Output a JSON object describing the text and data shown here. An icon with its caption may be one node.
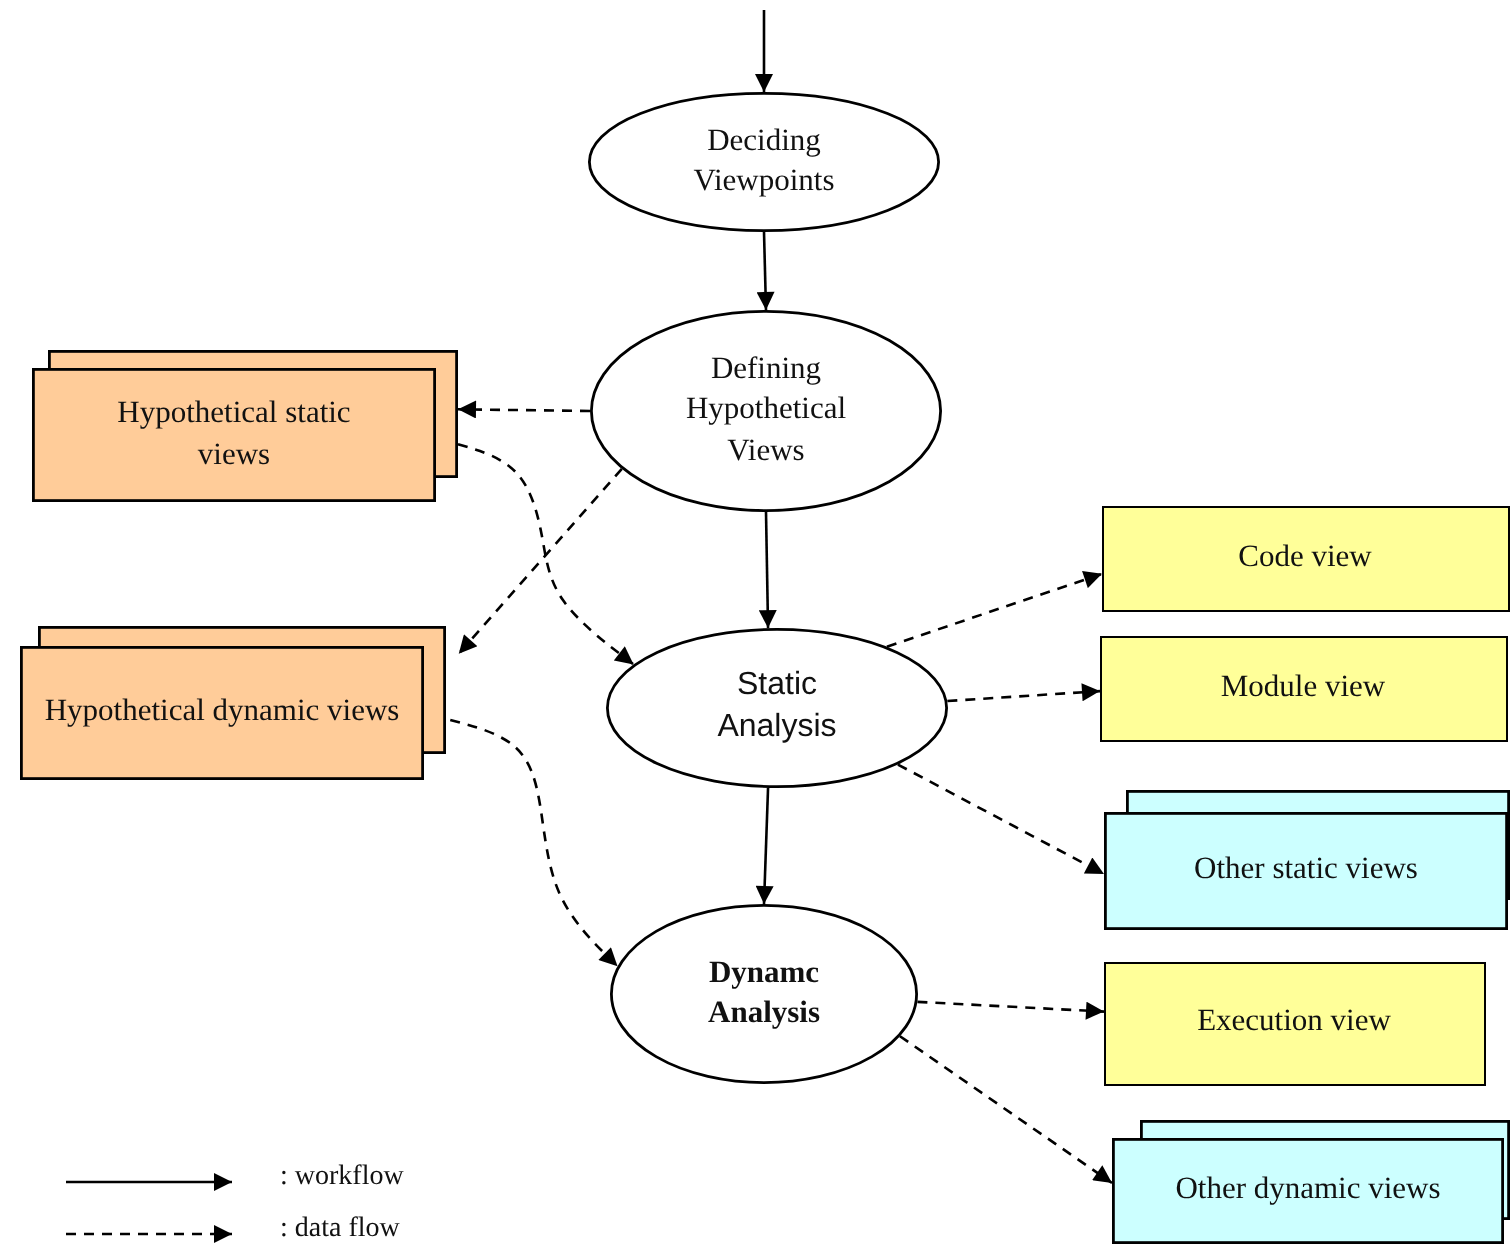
{
  "diagram": {
    "nodes": [
      {
        "text": [
          "Deciding Viewpoints"
        ]
      },
      {
        "text": [
          "Defining Hypothetical Views"
        ]
      },
      {
        "text": [
          "Hypothetical static views"
        ]
      },
      {
        "text": [
          "Hypothetical dynamic views"
        ]
      },
      {
        "text": [
          "Static Analysis"
        ]
      },
      {
        "text": [
          "Dynamc Analysis"
        ]
      },
      {
        "text": [
          "Code view"
        ]
      },
      {
        "text": [
          "Module view"
        ]
      },
      {
        "text": [
          "Other static views"
        ]
      },
      {
        "text": [
          "Execution view"
        ]
      },
      {
        "text": [
          "Other dynamic views"
        ]
      }
    ],
    "edges": [
      {
        "from": null,
        "to": 0,
        "arrow": "to"
      },
      {
        "from": 0,
        "to": 1,
        "arrow": "to"
      },
      {
        "from": 1,
        "to": 4,
        "arrow": "to"
      },
      {
        "from": 4,
        "to": 5,
        "arrow": "to"
      },
      {
        "from": 1,
        "to": 2,
        "arrow": "to",
        "style": "dashed"
      },
      {
        "from": 1,
        "to": 3,
        "arrow": "to",
        "style": "dashed"
      },
      {
        "from": 2,
        "to": 4,
        "arrow": "to",
        "style": "dashed"
      },
      {
        "from": 3,
        "to": 5,
        "arrow": "to",
        "style": "dashed"
      },
      {
        "from": 4,
        "to": 6,
        "arrow": "to",
        "style": "dashed"
      },
      {
        "from": 4,
        "to": 7,
        "arrow": "to",
        "style": "dashed"
      },
      {
        "from": 4,
        "to": 8,
        "arrow": "to",
        "style": "dashed"
      },
      {
        "from": 5,
        "to": 9,
        "arrow": "to",
        "style": "dashed"
      },
      {
        "from": 5,
        "to": 10,
        "arrow": "to",
        "style": "dashed"
      }
    ],
    "legend": [
      {
        "text": ": workflow"
      },
      {
        "text": ": data flow"
      }
    ]
  }
}
